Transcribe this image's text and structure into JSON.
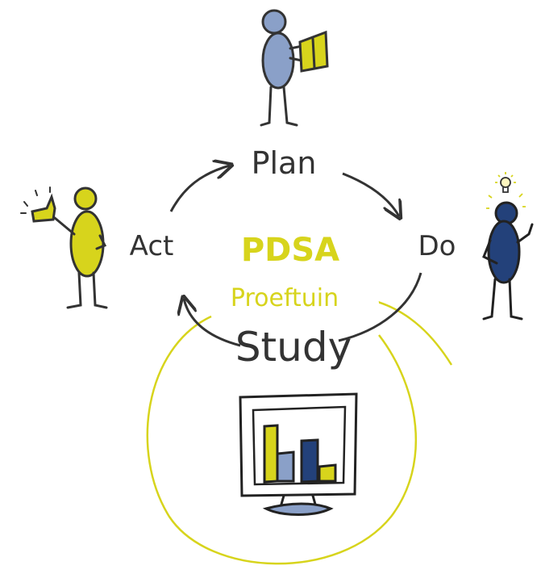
{
  "diagram": {
    "center_title": "PDSA",
    "center_subtitle": "Proeftuin",
    "steps": [
      "Plan",
      "Do",
      "Study",
      "Act"
    ]
  },
  "colors": {
    "yellow": "#d7d41c",
    "navy": "#23417a",
    "blue_gray": "#8aa0c8",
    "ink": "#333333",
    "paper": "#ffffff"
  },
  "icons": [
    "reading-person-icon",
    "idea-person-icon",
    "thumbs-up-person-icon",
    "monitor-chart-icon",
    "lightbulb-icon"
  ]
}
